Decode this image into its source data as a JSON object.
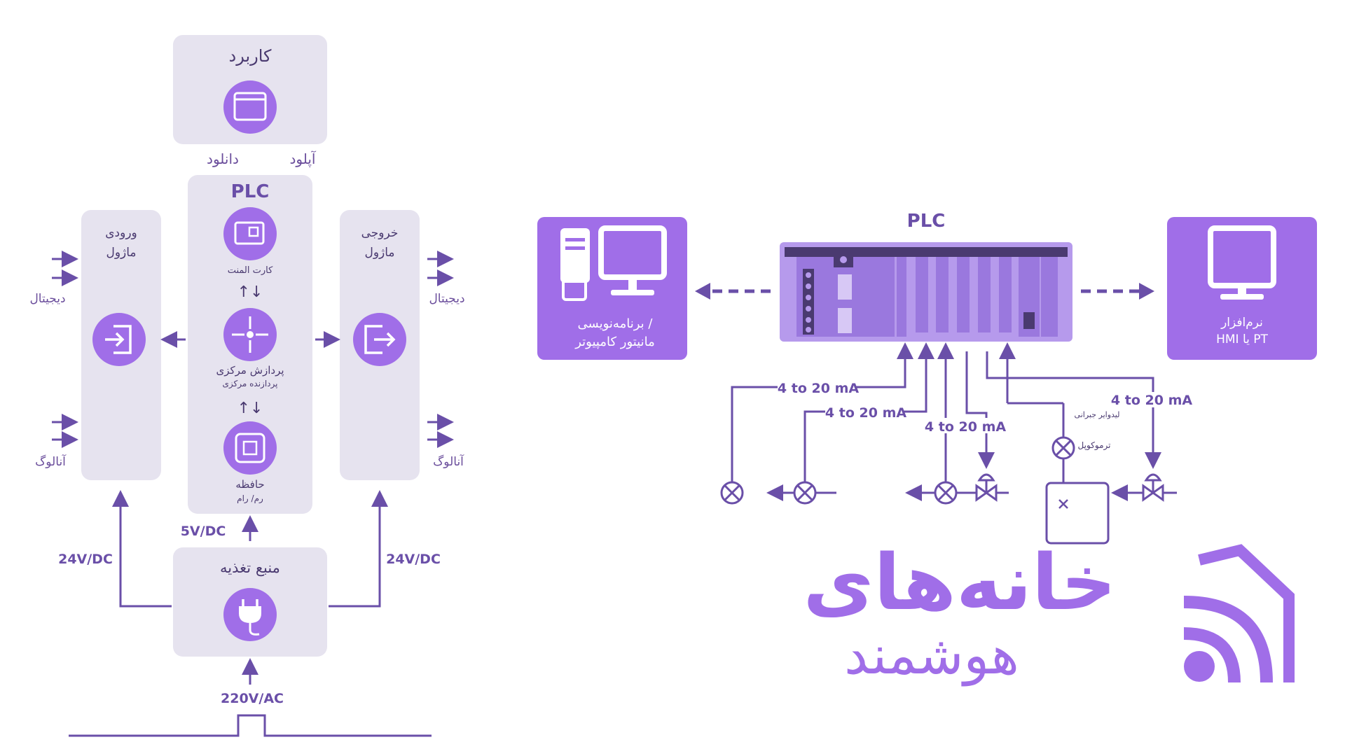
{
  "left_diagram": {
    "application": {
      "title": "کاربرد",
      "download": "دانلود",
      "upload": "آپلود"
    },
    "plc": {
      "title": "PLC",
      "card": "کارت المنت",
      "cpu": "پردازش مرکزی",
      "cpu_sub": "پردازنده مرکزی",
      "memory": "حافظه",
      "memory_sub": "رم/ رام"
    },
    "input_module": {
      "line1": "ورودی",
      "line2": "ماژول",
      "digital": "دیجیتال",
      "analog": "آنالوگ"
    },
    "output_module": {
      "line1": "خروجی",
      "line2": "ماژول",
      "digital": "دیجیتال",
      "analog": "آنالوگ"
    },
    "power": {
      "title": "منبع تغذیه",
      "v5": "5V/DC",
      "v24_left": "24V/DC",
      "v24_right": "24V/DC",
      "v220": "220V/AC"
    }
  },
  "right_diagram": {
    "plc_title": "PLC",
    "computer": {
      "line1": "برنامه‌نویسی    /",
      "line2": "مانیتور کامپیوتر"
    },
    "hmi": {
      "line1": "نرم‌افزار",
      "line2": "HMI یا PT"
    },
    "signals": {
      "s1": "4 to 20 mA",
      "s2": "4 to 20 mA",
      "s3": "4 to 20 mA",
      "s4": "4 to 20 mA"
    },
    "compensation_wire": "لیدوایر جبرانی",
    "thermocouple": "ترموکوپل"
  },
  "logo": {
    "line1": "خانه‌های",
    "line2": "هوشمند"
  },
  "colors": {
    "purple": "#a06ee8",
    "panel": "#e6e3ef",
    "line": "#6a4fa8",
    "text": "#6b4e9c"
  }
}
